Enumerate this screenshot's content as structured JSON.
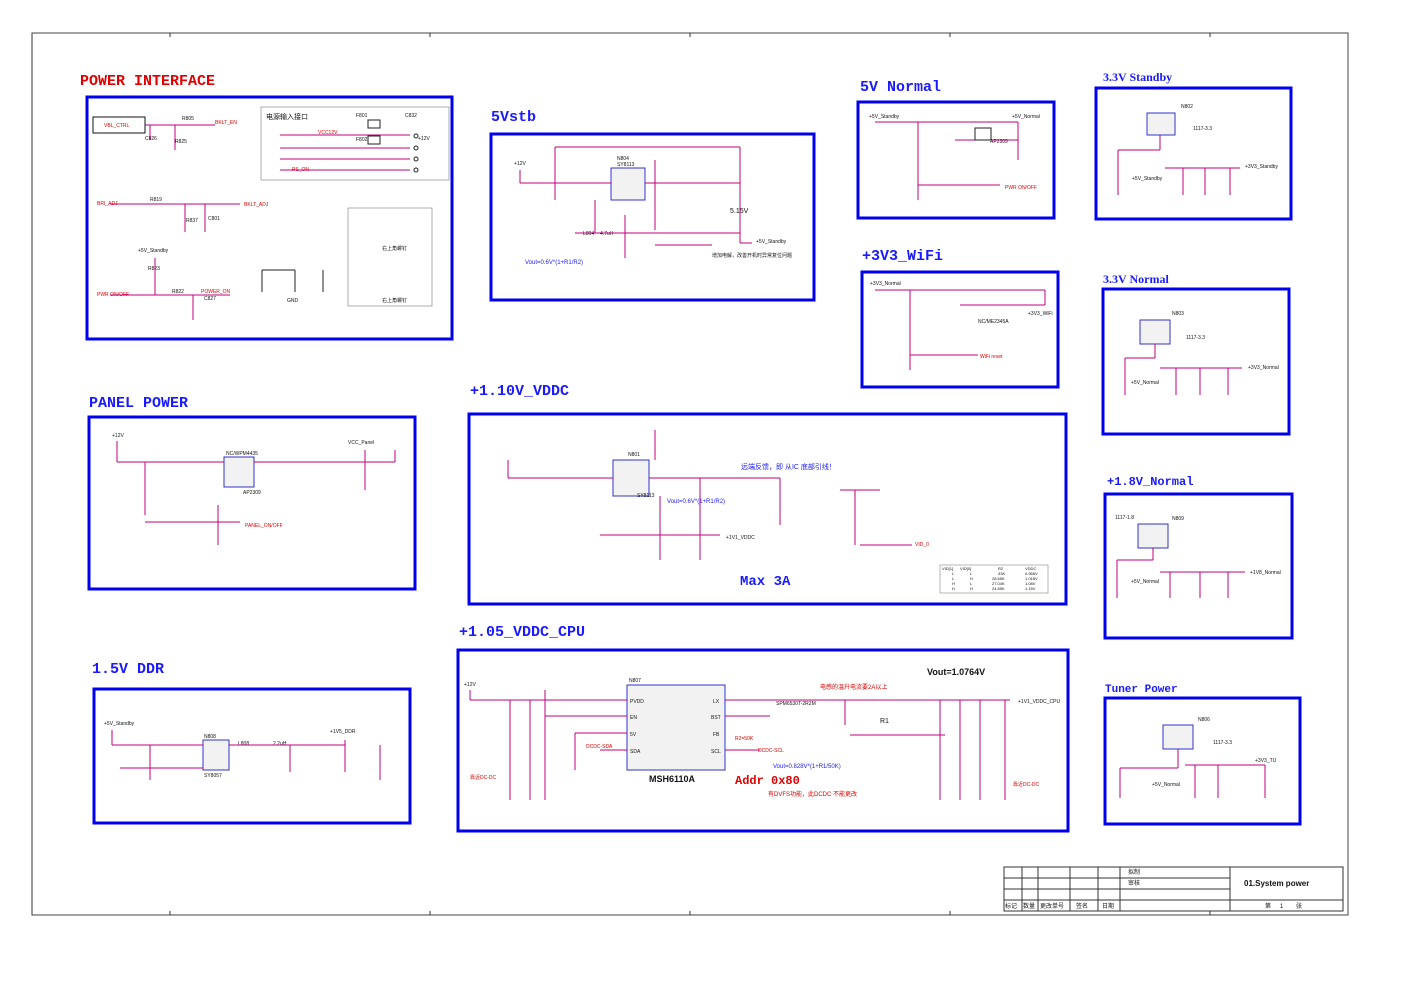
{
  "sheet": {
    "title_block": {
      "title": "01.System power",
      "drawn": "拟制",
      "review": "审核",
      "sheet_label": "第",
      "sheet_number": "1",
      "sheet_suffix": "张",
      "revision_cols": [
        "标记",
        "数量",
        "更改单号",
        "签名",
        "日期"
      ]
    }
  },
  "sections": {
    "power_interface": {
      "title": "POWER INTERFACE",
      "subtitle": "电源输入接口",
      "labels": [
        "VBL_CTRL",
        "BRI_ADJ",
        "PWR ON/OFF",
        "BKLT_EN",
        "BKLT_ADJ",
        "POWER_ON",
        "+12V",
        "VCC12V",
        "PS_ON",
        "GND",
        "+5V_Standby"
      ],
      "parts": [
        "R805",
        "R825",
        "C826",
        "R819",
        "R837",
        "C801",
        "R823",
        "R822",
        "C827",
        "F801",
        "F802",
        "C832"
      ],
      "notes": [
        "右上角螺钉",
        "右上角螺钉"
      ]
    },
    "vstb5": {
      "title": "5Vstb",
      "ic": "N804",
      "ic_model": "SY8113",
      "formula": "Vout=0.6V*(1+R1/R2)",
      "note": "增加电解，改善开机时异常复位问题",
      "output": "+5V_Standby",
      "input": "+12V",
      "value_5v15": "5.15V",
      "inductor": "L804",
      "inductor_value": "4.7uH"
    },
    "v5_normal": {
      "title": "5V Normal",
      "mosfet": "AP2309",
      "output": "+5V_Normal",
      "input": "+5V_Standby",
      "control": "PWR ON/OFF"
    },
    "v3_3_standby": {
      "title": "3.3V Standby",
      "ic": "N802",
      "ic_model": "1117-3.3",
      "output": "+3V3_Standby",
      "input": "+5V_Standby"
    },
    "v3v3_wifi": {
      "title": "+3V3_WiFi",
      "mosfet": "NC/ME2345A",
      "output": "+3V3_WiFi",
      "input": "+3V3_Normal",
      "control": "WiFi reset"
    },
    "v3_3_normal": {
      "title": "3.3V Normal",
      "ic": "N803",
      "ic_model": "1117-3.3",
      "output": "+3V3_Normal",
      "input": "+5V_Normal"
    },
    "panel_power": {
      "title": "PANEL POWER",
      "mosfet": "NC/WPM4435",
      "mosfet2": "AP2309",
      "output": "VCC_Panel",
      "input": "+12V",
      "control": "PANEL_ON/OFF"
    },
    "v1_10_vddc": {
      "title": "+1.10V_VDDC",
      "ic": "N801",
      "ic_model": "SY8113",
      "formula": "Vout=0.6V*(1+R1/R2)",
      "note": "远端反馈，即 从IC 底部引线！",
      "max": "Max 3A",
      "output": "+1V1_VDDC",
      "control": "VID_0",
      "vid_table": {
        "header": [
          "VID[1]",
          "VID[0]",
          "R2",
          "VDDC"
        ],
        "rows": [
          [
            "L",
            "L",
            "33K",
            "0.966V"
          ],
          [
            "L",
            "H",
            "28.65K",
            "1.018V"
          ],
          [
            "H",
            "L",
            "27.04K",
            "1.08V"
          ],
          [
            "H",
            "H",
            "24.85K",
            "1.15V"
          ]
        ]
      }
    },
    "v1_8_normal": {
      "title": "+1.8V_Normal",
      "ic": "N809",
      "ic_model": "1117-1.8",
      "output": "+1V8_Normal",
      "input": "+5V_Normal"
    },
    "v1_05_vddc_cpu": {
      "title": "+1.05_VDDC_CPU",
      "ic": "N807",
      "ic_model": "MSH6110A",
      "vout": "Vout=1.0764V",
      "formula": "Vout=0.828V*(1+R1/50K)",
      "addr": "Addr 0x80",
      "r2": "R2=50K",
      "r1": "R1",
      "note1": "电感的温升电流要2A以上",
      "note2": "有DVFS功能，此DCDC 不能更改",
      "near_dcdc_left": "靠近DC-DC",
      "near_dcdc_right": "靠近DC-DC",
      "output": "+1V1_VDDC_CPU",
      "input": "+12V",
      "inductor": "SPM6530T-2R2M",
      "pins_left": [
        "PVDD",
        "EN",
        "5V",
        "SDA"
      ],
      "pins_right": [
        "LX",
        "BST",
        "FB",
        "SCL"
      ],
      "bus": [
        "DCDC-SDA",
        "DCDC-SCL"
      ]
    },
    "v1_5_ddr": {
      "title": "1.5V DDR",
      "ic": "N808",
      "ic_model": "SY8057",
      "output": "+1V5_DDR",
      "input": "+5V_Standby",
      "inductor": "L808",
      "inductor_value": "2.2uH"
    },
    "tuner_power": {
      "title": "Tuner Power",
      "ic": "N806",
      "ic_model": "1117-3.3",
      "output": "+3V3_TU",
      "input": "+5V_Normal"
    }
  },
  "colors": {
    "section_box": "#0000ee",
    "section_title": "#1a1aff",
    "interface_title": "#e00000",
    "wire": "#c0007a"
  }
}
